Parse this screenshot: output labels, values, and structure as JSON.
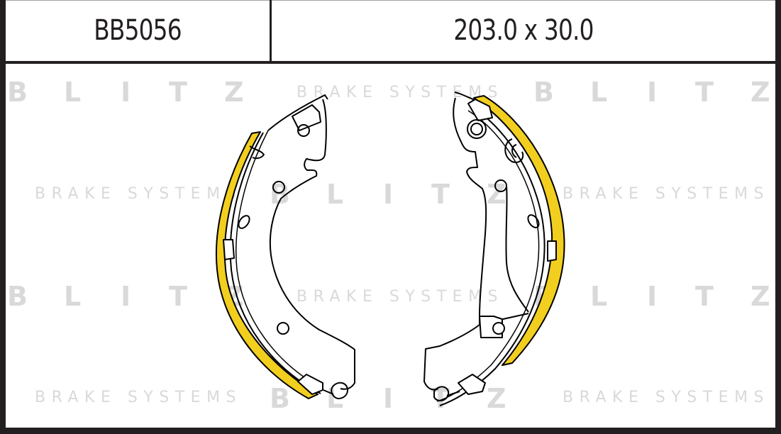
{
  "header": {
    "part_number": "BB5056",
    "dimensions": "203.0 x 30.0"
  },
  "watermark": {
    "brand": "BLITZ",
    "brand_letters": [
      "B",
      "L",
      "I",
      "T",
      "Z"
    ],
    "tagline": "BRAKE SYSTEMS",
    "color": "#d9d9d9"
  },
  "drawing": {
    "subject": "brake-shoe-pair",
    "lining_color": "#f2cf1f",
    "outline_color": "#000000",
    "border_color": "#231f20"
  }
}
